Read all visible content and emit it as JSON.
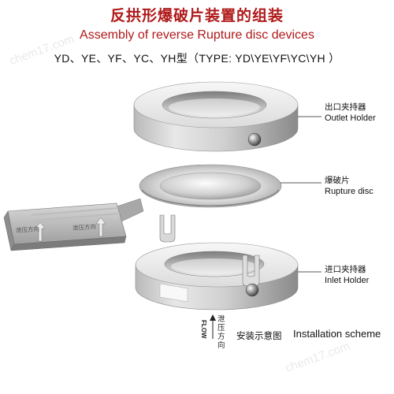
{
  "title": {
    "cn": "反拱形爆破片装置的组装",
    "en": "Assembly of reverse Rupture disc devices"
  },
  "type_line": "YD、YE、YF、YC、YH型（TYPE: YD\\YE\\YF\\YC\\YH ）",
  "components": {
    "outlet_holder": {
      "cn": "出口夹持器",
      "en": "Outlet Holder"
    },
    "rupture_disc": {
      "cn": "爆破片",
      "en": "Rupture disc"
    },
    "inlet_holder": {
      "cn": "进口夹持器",
      "en": "Inlet Holder"
    }
  },
  "tag": {
    "text_left": "泄压方向",
    "text_right": "泄压方向"
  },
  "flow": {
    "en": "FLOW",
    "cn": "泄压方向"
  },
  "installation": {
    "cn": "安装示意图",
    "en": "Installation scheme"
  },
  "watermark": "chem17.com",
  "colors": {
    "title": "#b0191a",
    "text": "#111111",
    "metal_light": "#f2f2f2",
    "metal_dark": "#8e8e8e"
  }
}
